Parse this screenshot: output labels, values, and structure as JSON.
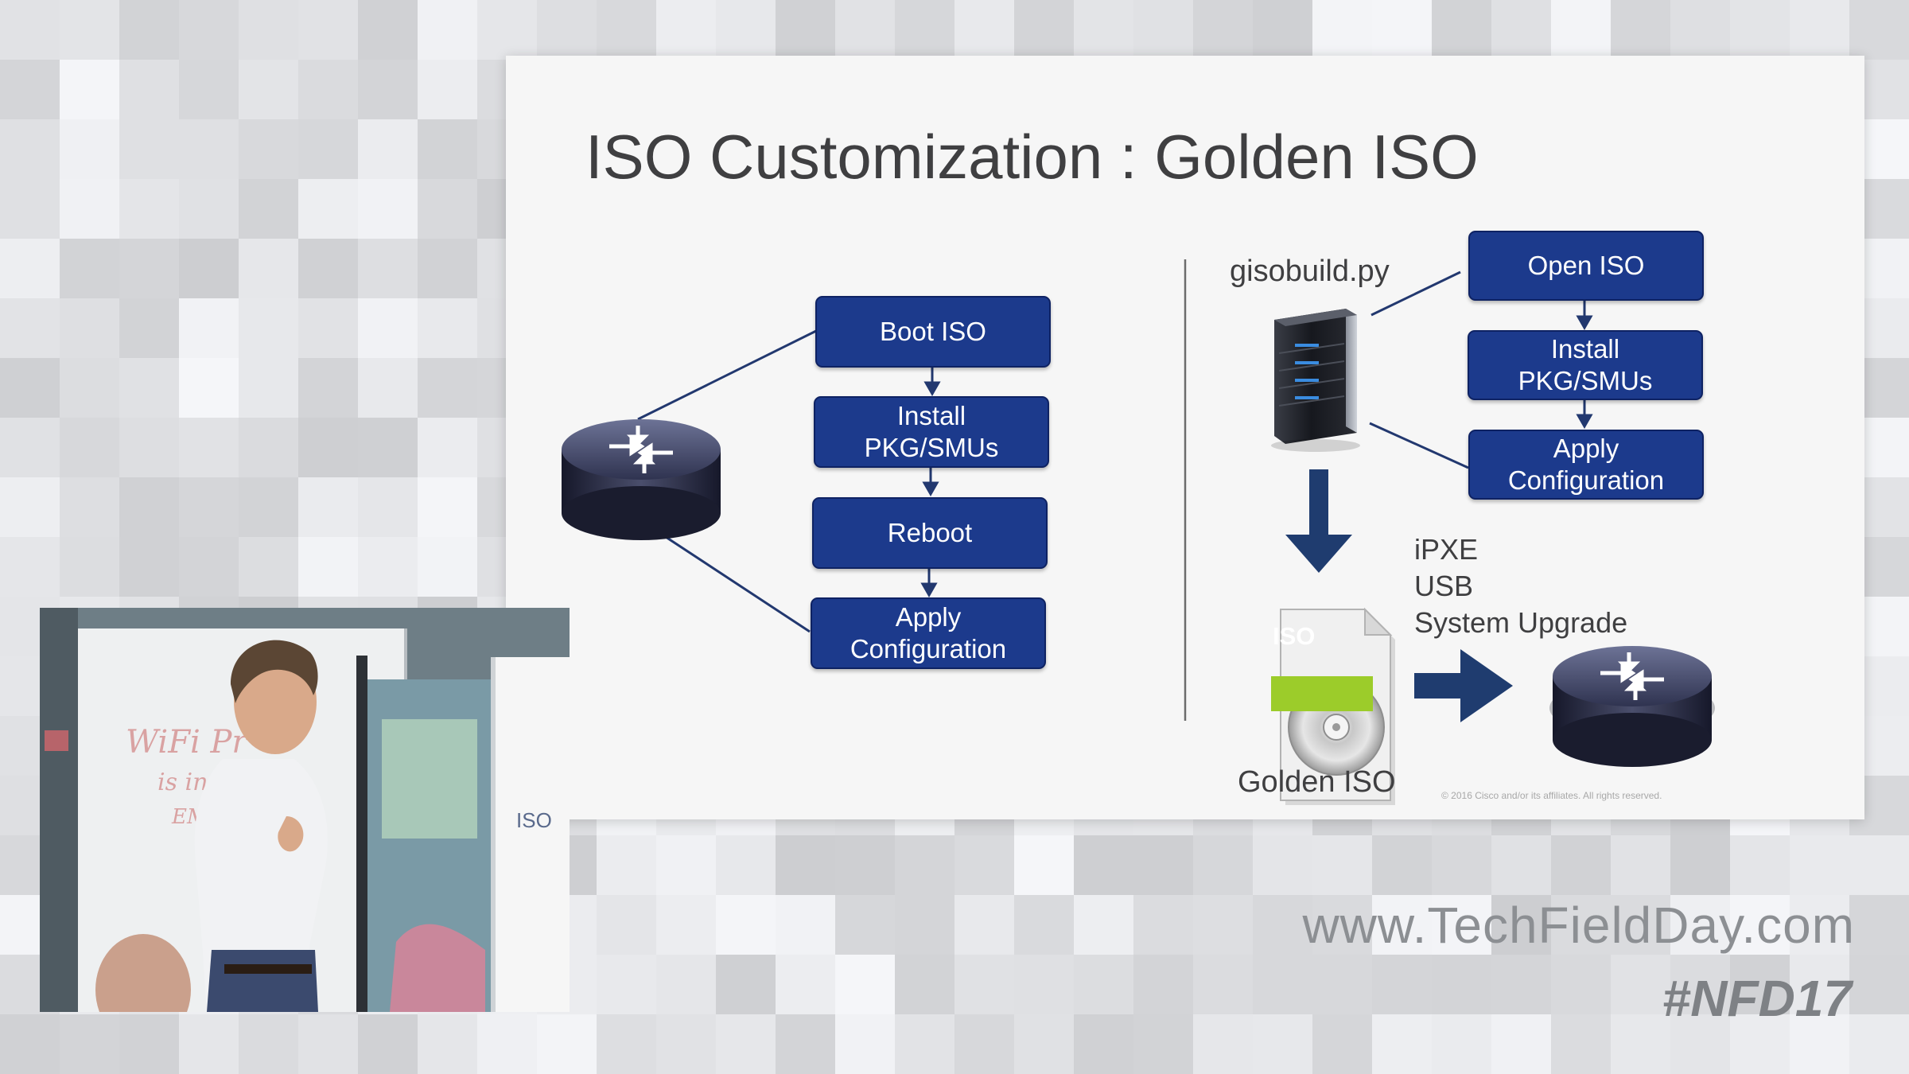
{
  "slide": {
    "title": "ISO Customization : Golden ISO",
    "left_flow": {
      "steps": [
        "Boot ISO",
        "Install\nPKG/SMUs",
        "Reboot",
        "Apply\nConfiguration"
      ]
    },
    "right_flow": {
      "script_label": "gisobuild.py",
      "steps": [
        "Open ISO",
        "Install\nPKG/SMUs",
        "Apply\nConfiguration"
      ],
      "iso_badge": "ISO",
      "result_label": "Golden ISO",
      "install_methods": [
        "iPXE",
        "USB",
        "System Upgrade"
      ]
    },
    "copyright": "© 2016  Cisco and/or its affiliates. All rights reserved."
  },
  "inset": {
    "whiteboard_lines": [
      "WiFi Pr",
      "is in",
      "EMAIL"
    ],
    "monitor_text": "ISO"
  },
  "footer": {
    "url": "www.TechFieldDay.com",
    "hashtag": "#NFD17"
  },
  "colors": {
    "box_fill": "#1c3a8c",
    "accent_arrow": "#1f3c6f",
    "iso_badge": "#9ccc2a",
    "text": "#3f3f41"
  }
}
